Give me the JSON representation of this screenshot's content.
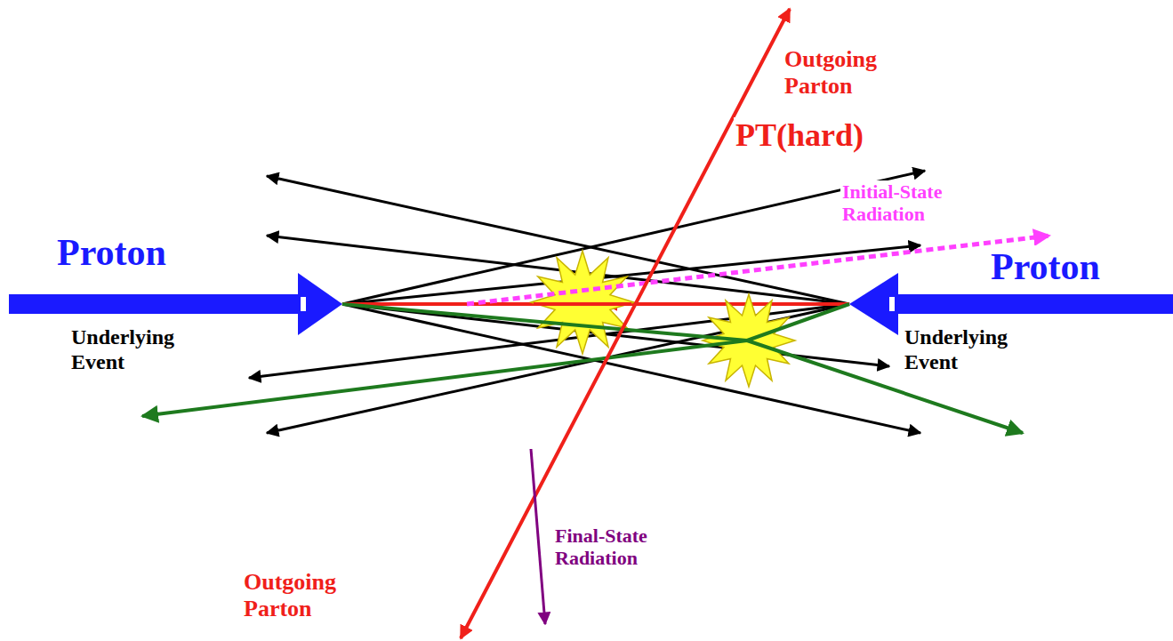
{
  "diagram": {
    "labels": [
      "Outgoing Parton",
      "PT(hard)",
      "Initial-State Radiation",
      "Proton",
      "Proton",
      "Underlying Event",
      "Underlying Event",
      "Final-State Radiation",
      "Outgoing Parton"
    ]
  }
}
